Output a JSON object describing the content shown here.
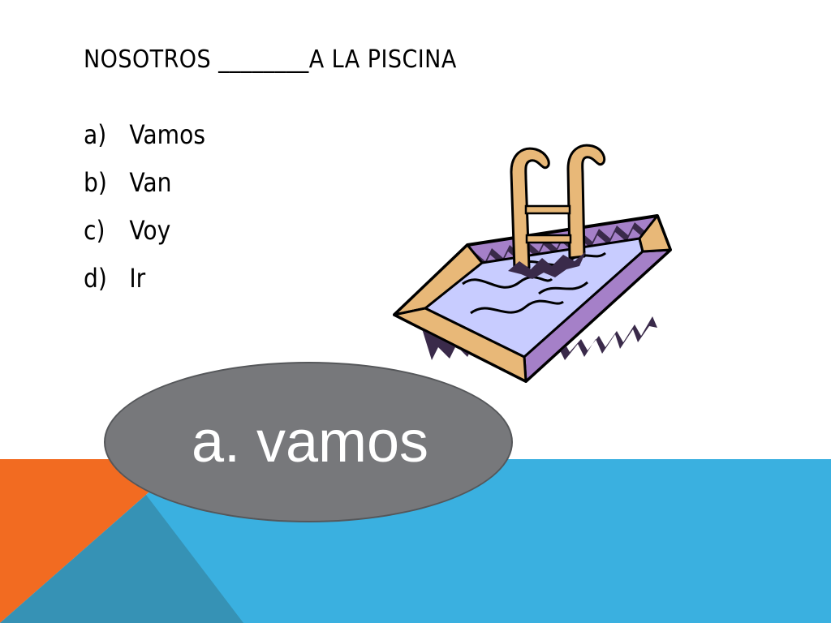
{
  "slide": {
    "title": "NOSOTROS ________A LA PISCINA",
    "options": [
      {
        "marker": "a)",
        "text": "Vamos"
      },
      {
        "marker": "b)",
        "text": "Van"
      },
      {
        "marker": "c)",
        "text": "Voy"
      },
      {
        "marker": "d)",
        "text": "Ir"
      }
    ],
    "answer": "a. vamos"
  },
  "icons": {
    "clipart": "swimming-pool-with-ladder-icon"
  },
  "colors": {
    "background": "#ffffff",
    "orange": "#f26b21",
    "blue": "#3ab0e0",
    "blue_dark": "#3692b5",
    "oval": "#77787b",
    "pool_border": "#a580c8",
    "pool_water": "#c8ccff",
    "ladder": "#e8b878"
  }
}
